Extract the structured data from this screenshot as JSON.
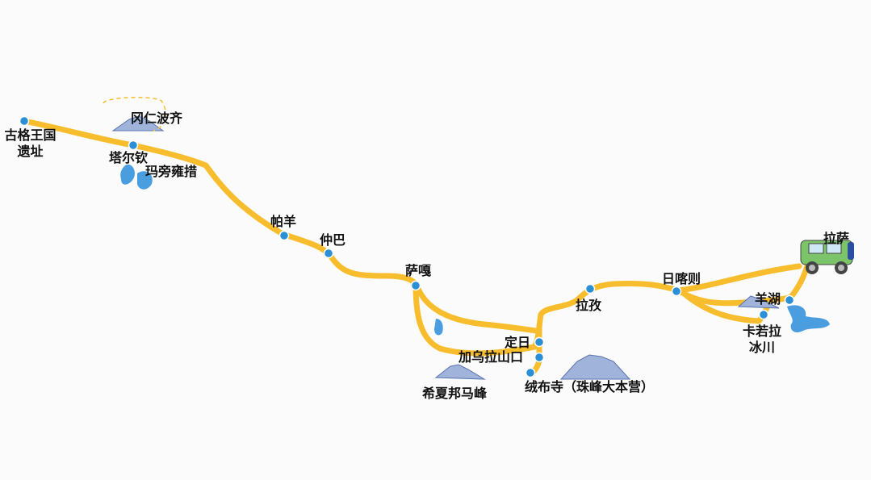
{
  "colors": {
    "route": "#f7bd2c",
    "stop": "#2b8fd6",
    "lake": "#4a9ee0",
    "background": "#fbfbfb"
  },
  "places": {
    "guge": "古格王国",
    "guge2": "遗址",
    "kailash": "冈仁波齐",
    "darchen": "塔尔钦",
    "manasarovar": "玛旁雍措",
    "paryang": "帕羊",
    "zhongba": "仲巴",
    "saga": "萨嘎",
    "tingri": "定日",
    "gawula": "加乌拉山口",
    "shishapangma": "希夏邦马峰",
    "rongbuk": "绒布寺（珠峰大本营）",
    "lhatse": "拉孜",
    "shigatse": "日喀则",
    "yamdrok": "羊湖",
    "karola": "卡若拉",
    "karola2": "冰川",
    "lhasa": "拉萨"
  }
}
